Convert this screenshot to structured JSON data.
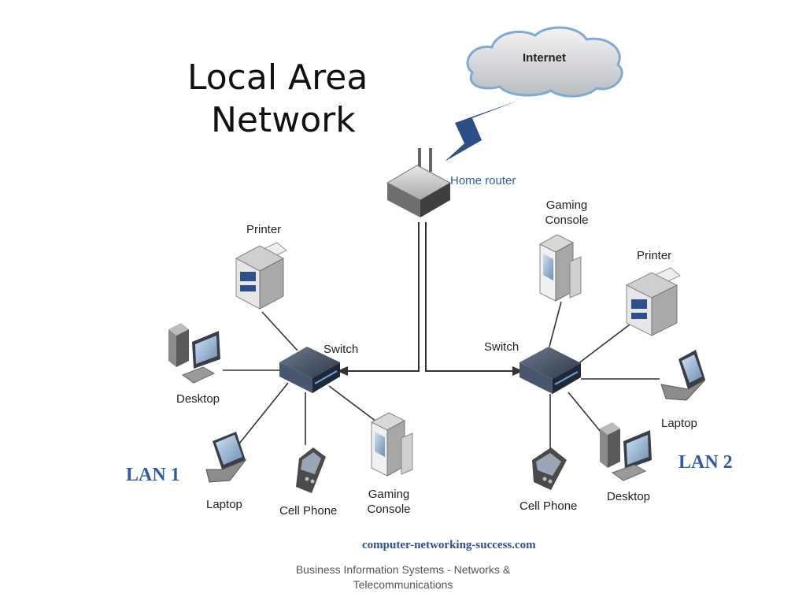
{
  "diagram": {
    "title_line1": "Local Area",
    "title_line2": "Network",
    "internet": "Internet",
    "router": "Home router",
    "lan1": {
      "name": "LAN 1",
      "switch": "Switch",
      "printer": "Printer",
      "desktop": "Desktop",
      "laptop": "Laptop",
      "cell_phone": "Cell Phone",
      "gaming_console": "Gaming Console"
    },
    "lan2": {
      "name": "LAN 2",
      "switch": "Switch",
      "printer": "Printer",
      "desktop": "Desktop",
      "laptop": "Laptop",
      "cell_phone": "Cell Phone",
      "gaming_console": "Gaming Console"
    },
    "source": "computer-networking-success.com"
  },
  "footer": {
    "text": "Business Information Systems - Networks & Telecommunications"
  }
}
